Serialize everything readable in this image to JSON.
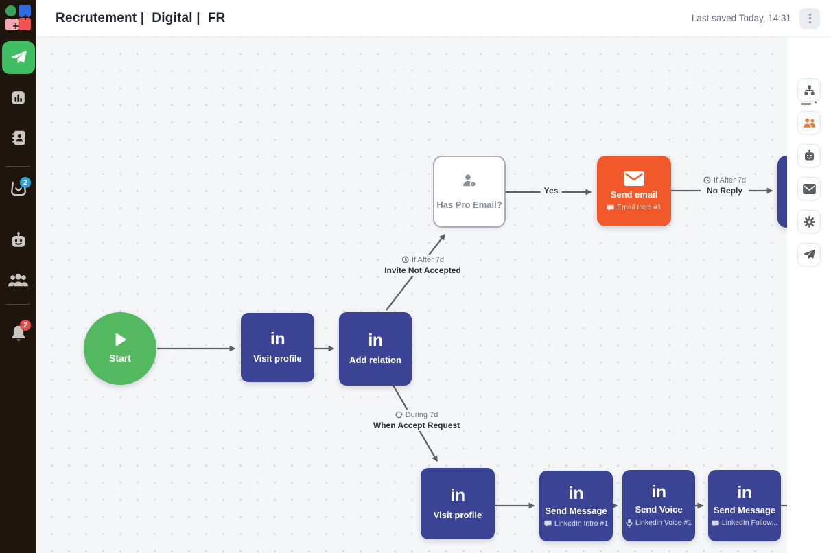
{
  "header": {
    "title": "Recrutement |  Digital |  FR",
    "last_saved": "Last saved Today, 14:31",
    "menu_icon": "kebab-menu-icon"
  },
  "left_sidebar": {
    "items": [
      {
        "name": "campaigns",
        "icon": "paper-plane-icon",
        "active": true
      },
      {
        "name": "statistics",
        "icon": "bar-chart-icon"
      },
      {
        "name": "contacts",
        "icon": "address-book-icon"
      },
      {
        "name": "inbox",
        "icon": "inbox-icon",
        "badge": "2",
        "badge_color": "#2ba4d8"
      },
      {
        "name": "automation",
        "icon": "robot-icon"
      },
      {
        "name": "team",
        "icon": "team-icon"
      },
      {
        "name": "notifications",
        "icon": "bell-icon",
        "badge": "2",
        "badge_color": "#e84a47"
      }
    ]
  },
  "right_panel": {
    "items": [
      {
        "name": "collapse-panel",
        "icon": "collapse-icon"
      },
      {
        "name": "flow-structure",
        "icon": "sitemap-icon"
      },
      {
        "name": "prospects",
        "icon": "people-icon",
        "accent": "#ed7b31"
      },
      {
        "name": "automation",
        "icon": "robot-icon"
      },
      {
        "name": "email",
        "icon": "mail-icon"
      },
      {
        "name": "settings",
        "icon": "gear-icon"
      },
      {
        "name": "launch",
        "icon": "paper-plane-icon"
      }
    ]
  },
  "flow": {
    "nodes": {
      "start": {
        "label": "Start",
        "icon": "play-icon",
        "color": "#53b85f"
      },
      "visit_profile_1": {
        "label": "Visit profile",
        "icon": "linkedin-icon",
        "brand": "in",
        "color": "#3b4394"
      },
      "add_relation": {
        "label": "Add relation",
        "icon": "linkedin-icon",
        "brand": "in",
        "color": "#3b4394"
      },
      "has_pro_email": {
        "label": "Has Pro Email?",
        "icon": "person-info-icon",
        "color": "#ffffff"
      },
      "send_email": {
        "label": "Send email",
        "sub": "Email Intro #1",
        "icon": "envelope-icon",
        "sub_icon": "speech-bubble-icon",
        "color": "#f1592a"
      },
      "next_step_cut": {
        "label": "",
        "color": "#3b4394"
      },
      "visit_profile_2": {
        "label": "Visit profile",
        "icon": "linkedin-icon",
        "brand": "in",
        "color": "#3b4394"
      },
      "send_message_1": {
        "label": "Send Message",
        "sub": "LinkedIn Intro #1",
        "icon": "linkedin-icon",
        "brand": "in",
        "sub_icon": "speech-bubble-icon",
        "color": "#3b4394"
      },
      "send_voice": {
        "label": "Send Voice",
        "sub": "Linkedin Voice #1",
        "icon": "linkedin-icon",
        "brand": "in",
        "sub_icon": "microphone-icon",
        "color": "#3b4394"
      },
      "send_message_2": {
        "label": "Send Message",
        "sub": "LinkedIn Follow...",
        "icon": "linkedin-icon",
        "brand": "in",
        "sub_icon": "speech-bubble-icon",
        "color": "#3b4394"
      }
    },
    "edge_labels": {
      "yes": {
        "text": "Yes"
      },
      "no_reply": {
        "condition": "If After 7d",
        "condition_icon": "clock-icon",
        "text": "No Reply"
      },
      "invite_not_accepted": {
        "condition": "If After 7d",
        "condition_icon": "clock-icon",
        "text": "Invite Not Accepted"
      },
      "when_accept_request": {
        "condition": "During 7d",
        "condition_icon": "cycle-icon",
        "text": "When Accept Request"
      }
    }
  },
  "colors": {
    "sidebar_bg": "#1e150c",
    "brand_green": "#3fbe63",
    "start_green": "#53b85f",
    "node_indigo": "#3b4394",
    "node_orange": "#f1592a",
    "edge_gray": "#5d6167",
    "badge_blue": "#2ba4d8",
    "badge_red": "#e84a47",
    "panel_accent_orange": "#ed7b31"
  }
}
